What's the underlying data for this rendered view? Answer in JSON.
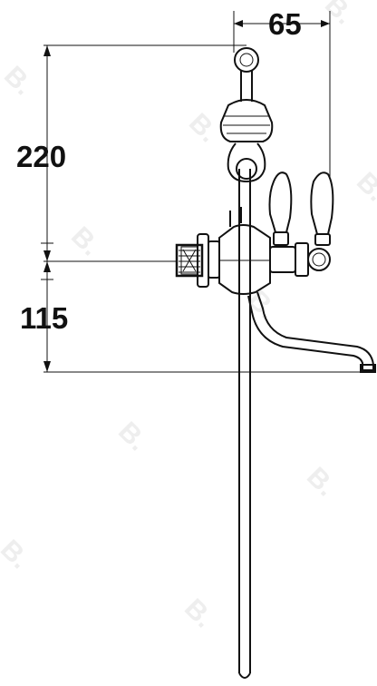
{
  "dimensions": {
    "width_label": "65",
    "height_upper_label": "220",
    "height_lower_label": "115"
  },
  "watermark": {
    "text": "B."
  },
  "colors": {
    "line": "#111111",
    "watermark": "#eeeeee",
    "background": "#ffffff"
  }
}
